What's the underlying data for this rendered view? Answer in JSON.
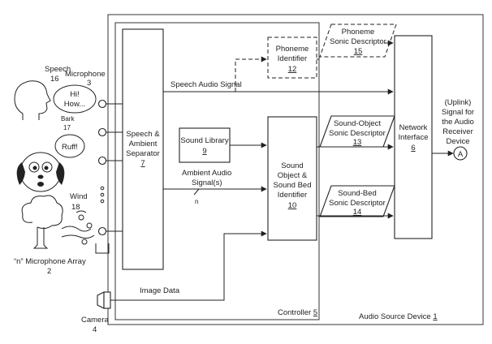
{
  "speech": {
    "label": "Speech",
    "num": "16"
  },
  "microphone": {
    "label": "Microphone",
    "num": "3"
  },
  "speech_bubble": {
    "line1": "Hi!",
    "line2": "How..."
  },
  "bark": {
    "label": "Bark",
    "num": "17"
  },
  "bark_bubble": {
    "text": "Ruff!"
  },
  "wind": {
    "label": "Wind",
    "num": "18"
  },
  "mic_array": {
    "line1": "“n” Microphone Array",
    "num": "2"
  },
  "camera": {
    "label": "Camera",
    "num": "4"
  },
  "separator": {
    "line1": "Speech &",
    "line2": "Ambient",
    "line3": "Separator",
    "num": "7"
  },
  "sound_library": {
    "label": "Sound Library",
    "num": "9"
  },
  "phoneme_identifier": {
    "line1": "Phoneme",
    "line2": "Identifier",
    "num": "12"
  },
  "identifier": {
    "line1": "Sound",
    "line2": "Object &",
    "line3": "Sound Bed",
    "line4": "Identifier",
    "num": "10"
  },
  "phoneme_descriptor": {
    "line1": "Phoneme",
    "line2": "Sonic Descriptor",
    "num": "15"
  },
  "object_descriptor": {
    "line1": "Sound-Object",
    "line2": "Sonic Descriptor",
    "num": "13"
  },
  "bed_descriptor": {
    "line1": "Sound-Bed",
    "line2": "Sonic Descriptor",
    "num": "14"
  },
  "network_interface": {
    "line1": "Network",
    "line2": "Interface",
    "num": "6"
  },
  "uplink": {
    "line1": "(Uplink)",
    "line2": "Signal for",
    "line3": "the Audio",
    "line4": "Receiver",
    "line5": "Device",
    "connector": "A"
  },
  "signals": {
    "speech_audio": "Speech Audio Signal",
    "ambient_line1": "Ambient Audio",
    "ambient_line2": "Signal(s)",
    "ambient_n": "n",
    "image_data": "Image Data"
  },
  "controller": {
    "label": "Controller",
    "num": "5"
  },
  "audio_source_device": {
    "label": "Audio Source Device",
    "num": "1"
  }
}
